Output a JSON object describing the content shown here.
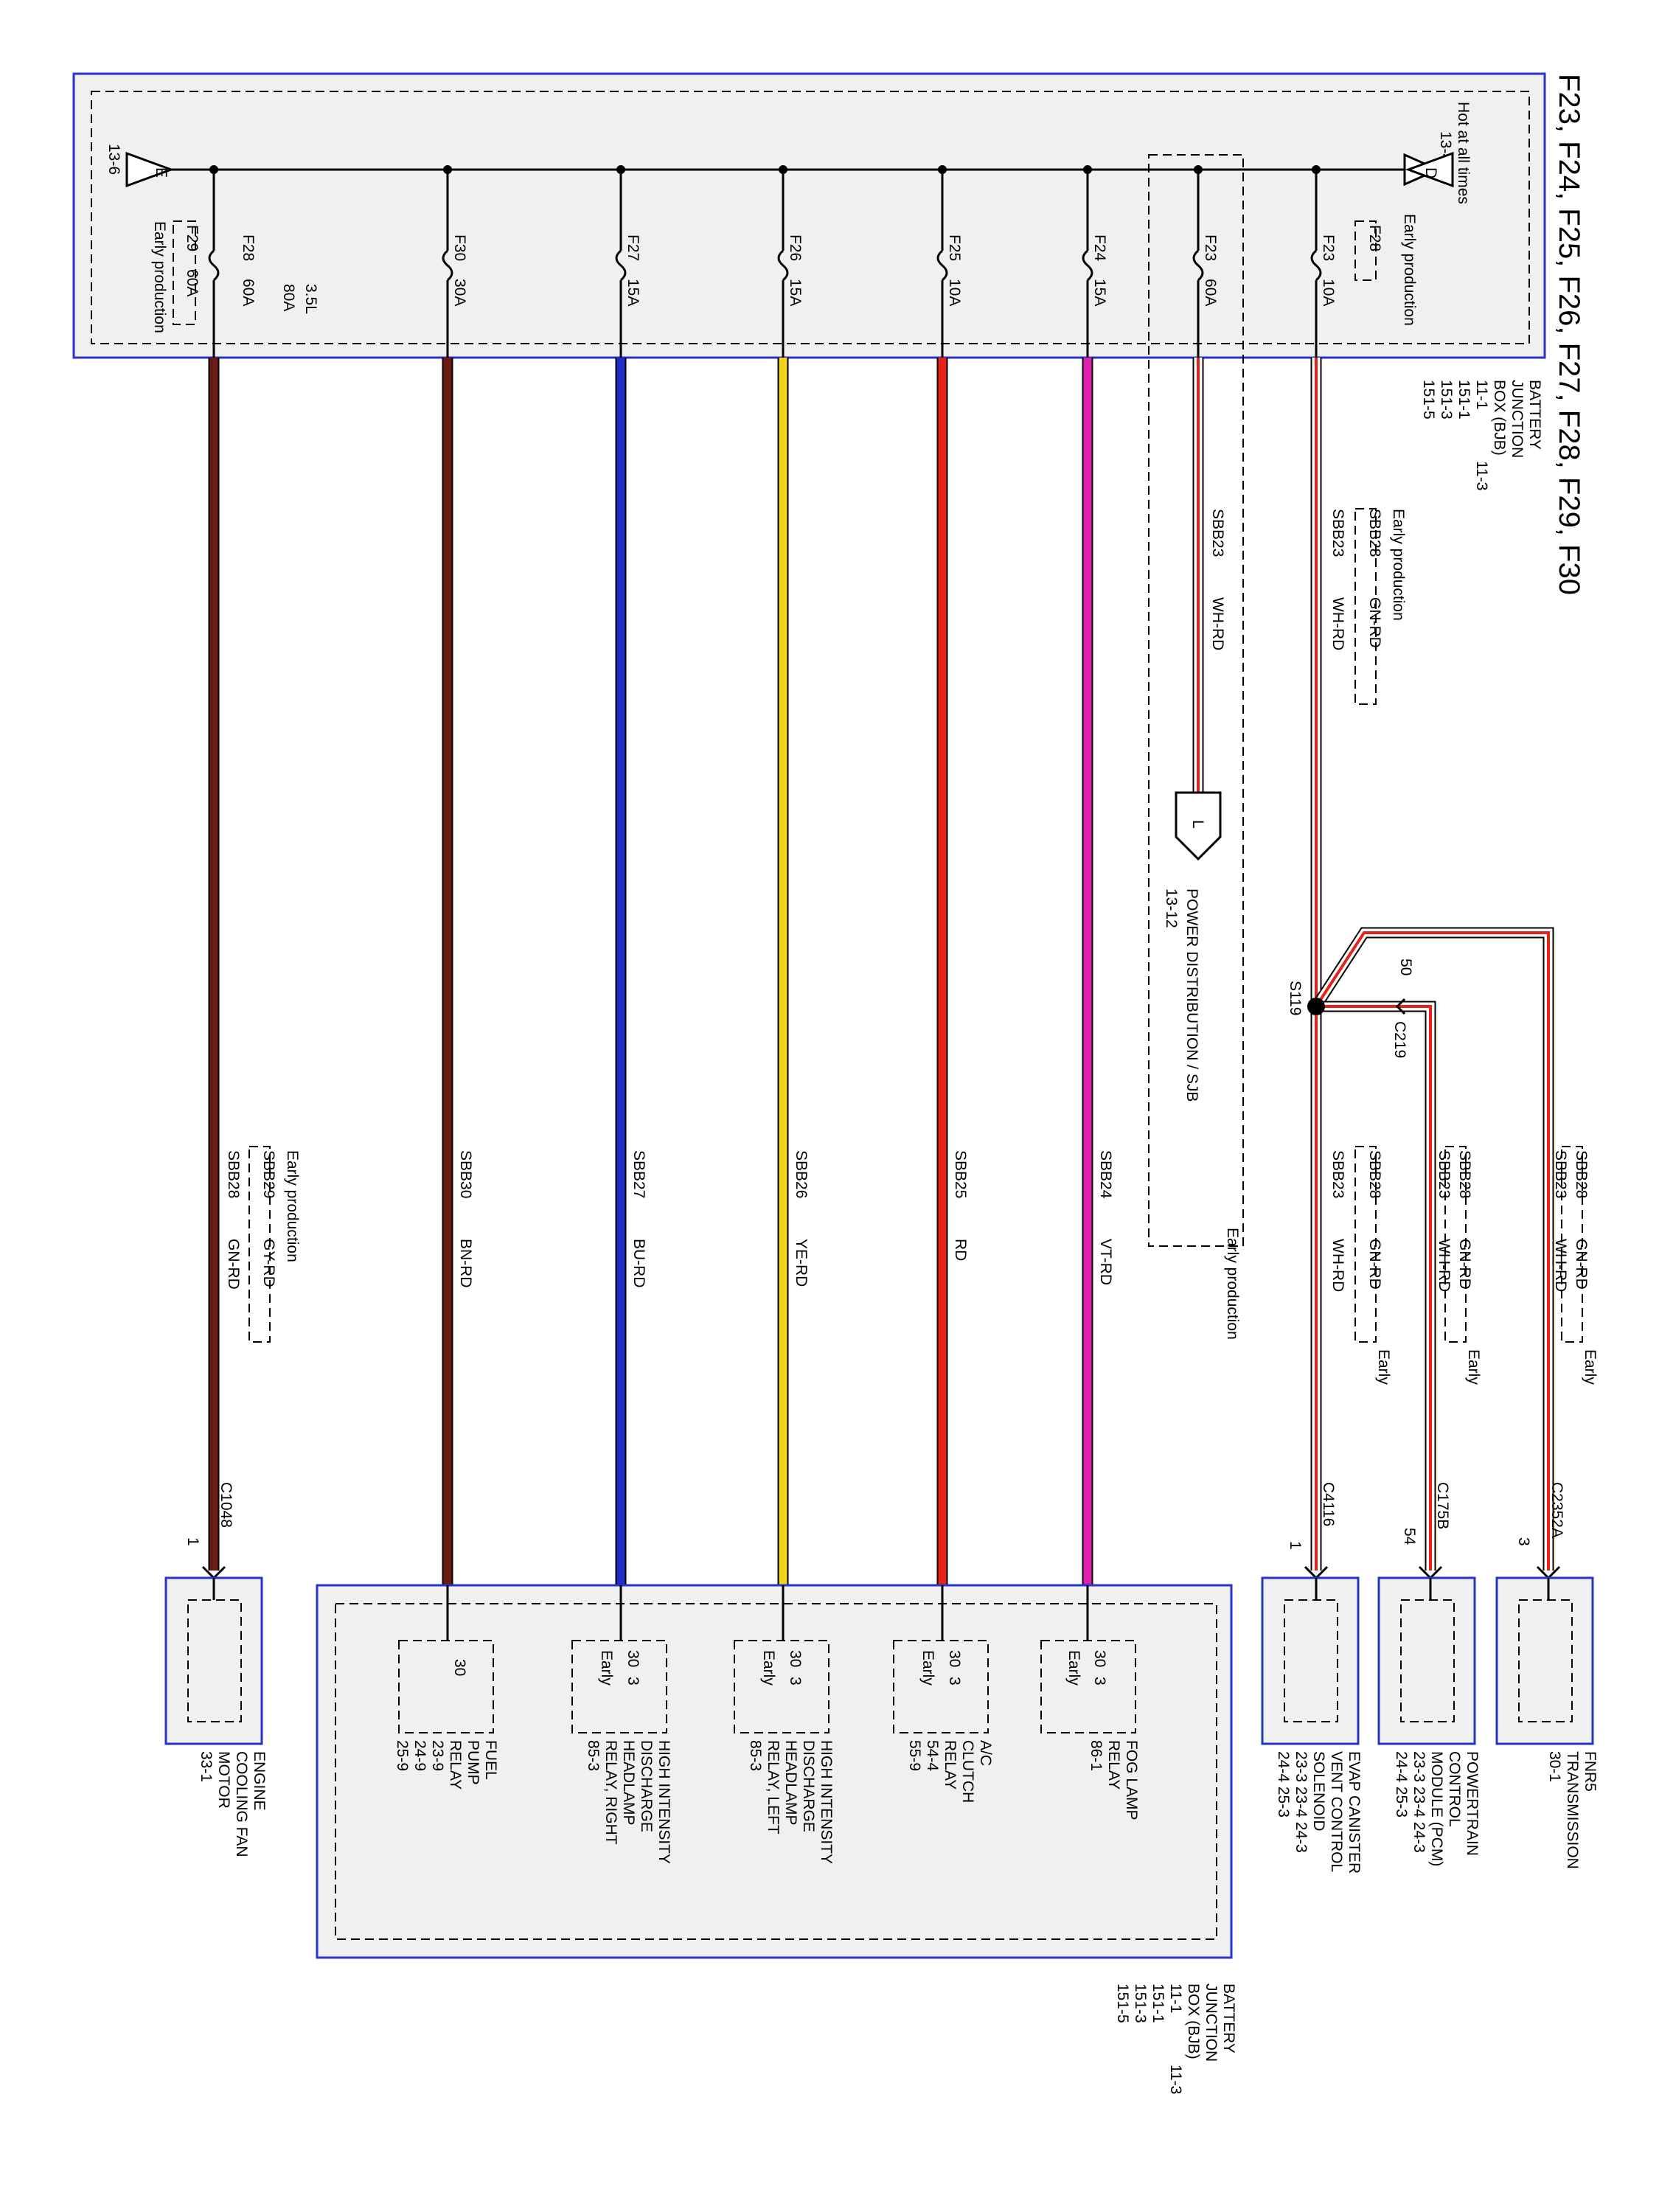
{
  "title": "F23, F24, F25, F26, F27, F28, F29, F30",
  "top_box": {
    "hot_label": "Hot at all times",
    "terminal_d": {
      "letter": "D",
      "ref": "13-4"
    },
    "terminal_e": {
      "letter": "E",
      "ref": "13-6"
    },
    "label_lines": [
      "BATTERY",
      "JUNCTION",
      "BOX (BJB)",
      "11-1",
      "151-1",
      "151-3",
      "151-5"
    ],
    "ref_right": "11-3"
  },
  "fuses": [
    {
      "id": "f23a",
      "name": "F23",
      "rating": "10A"
    },
    {
      "id": "f23b",
      "name": "F23",
      "rating": "60A"
    },
    {
      "id": "f24",
      "name": "F24",
      "rating": "15A"
    },
    {
      "id": "f25",
      "name": "F25",
      "rating": "10A"
    },
    {
      "id": "f26",
      "name": "F26",
      "rating": "15A"
    },
    {
      "id": "f27",
      "name": "F27",
      "rating": "15A"
    },
    {
      "id": "f30",
      "name": "F30",
      "rating": "30A"
    },
    {
      "id": "f28",
      "name": "F28",
      "rating": "60A"
    }
  ],
  "alt_fuses": {
    "f28_early": "F28",
    "early_production": "Early production",
    "engine_variant": "3.5L",
    "variant_rating": "80A",
    "f29_early": "F29",
    "f29_rating": "60A"
  },
  "wires": {
    "w1_circuit": "SBB23",
    "w1_color": "WH-RD",
    "w1_alt_circuit": "SBB28",
    "w1_alt_color": "GN-RD",
    "w2_circuit": "SBB23",
    "w2_color": "WH-RD",
    "w24_circuit": "SBB24",
    "w24_color": "VT-RD",
    "w25_circuit": "SBB25",
    "w25_color": "RD",
    "w26_circuit": "SBB26",
    "w26_color": "YE-RD",
    "w27_circuit": "SBB27",
    "w27_color": "BU-RD",
    "w30_circuit": "SBB30",
    "w30_color": "BN-RD",
    "wfan_circuit": "SBB28",
    "wfan_color": "GN-RD",
    "wfan_alt_circuit": "SBB29",
    "wfan_alt_color": "GY-RD",
    "early": "Early",
    "early_production": "Early production"
  },
  "power_dist": {
    "letter": "L",
    "name": "POWER DISTRIBUTION / SJB",
    "ref": "13-12",
    "note": "Early production"
  },
  "splice": {
    "name": "S119",
    "connector": "C219",
    "pin": "50"
  },
  "connectors": [
    {
      "id": "c2352a",
      "name": "C2352A",
      "pin": "3"
    },
    {
      "id": "c175b",
      "name": "C175B",
      "pin": "54"
    },
    {
      "id": "c4116",
      "name": "C4116",
      "pin": "1"
    },
    {
      "id": "c1048",
      "name": "C1048",
      "pin": "1"
    }
  ],
  "components": {
    "fnr5": {
      "lines": [
        "FNR5",
        "TRANSMISSION",
        "30-1"
      ]
    },
    "pcm": {
      "lines": [
        "POWERTRAIN",
        "CONTROL",
        "MODULE (PCM)",
        "23-3   23-4    24-3",
        "24-4   25-3"
      ]
    },
    "evap": {
      "lines": [
        "EVAP CANISTER",
        "VENT CONTROL",
        "SOLENOID",
        "23-3   23-4    24-3",
        "24-4   25-3"
      ]
    },
    "fan": {
      "lines": [
        "ENGINE",
        "COOLING FAN",
        "MOTOR",
        "33-1"
      ]
    },
    "bjb": {
      "lines": [
        "BATTERY",
        "JUNCTION",
        "BOX (BJB)",
        "11-1",
        "151-1",
        "151-3",
        "151-5"
      ],
      "ref_right": "11-3"
    }
  },
  "relays": [
    {
      "id": "fog",
      "pin": "30",
      "alt_pin": "3",
      "early": "Early",
      "lines": [
        "FOG LAMP",
        "RELAY",
        "86-1"
      ]
    },
    {
      "id": "ac",
      "pin": "30",
      "alt_pin": "3",
      "early": "Early",
      "lines": [
        "A/C",
        "CLUTCH",
        "RELAY",
        "54-4",
        "55-9"
      ]
    },
    {
      "id": "hidl",
      "pin": "30",
      "alt_pin": "3",
      "early": "Early",
      "lines": [
        "HIGH INTENSITY",
        "DISCHARGE",
        "HEADLAMP",
        "RELAY, LEFT",
        "85-3"
      ]
    },
    {
      "id": "hidr",
      "pin": "30",
      "alt_pin": "3",
      "early": "Early",
      "lines": [
        "HIGH INTENSITY",
        "DISCHARGE",
        "HEADLAMP",
        "RELAY, RIGHT",
        "85-3"
      ]
    },
    {
      "id": "fuel",
      "pin": "30",
      "lines": [
        "FUEL",
        "PUMP",
        "RELAY",
        "23-9",
        "24-9",
        "25-9"
      ]
    }
  ],
  "colors": {
    "wire_white": "#ffffff",
    "wire_red": "#e8211a",
    "wire_violet": "#df1fae",
    "wire_yellow": "#f2d21b",
    "wire_blue": "#1f2cc7",
    "wire_brown": "#6b1a14",
    "box_border": "#2833c8",
    "box_fill": "#f0f0f0"
  }
}
